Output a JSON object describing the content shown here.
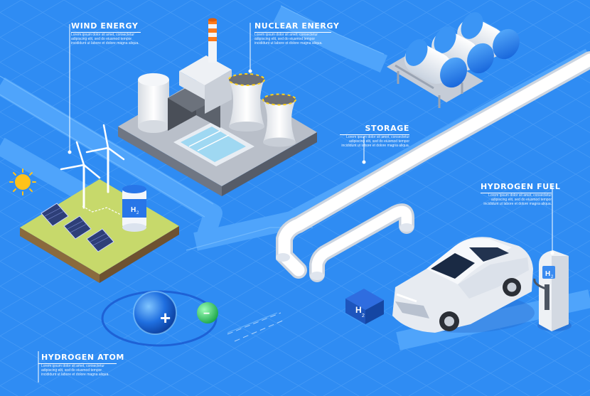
{
  "colors": {
    "background": "#2f8cf3",
    "grid": "#4a9cf5",
    "road": "#5aacfa",
    "accent_blue": "#1f6fe0",
    "label_text": "#ffffff"
  },
  "labels": {
    "wind": {
      "title": "WIND ENERGY",
      "desc": [
        "Lorem ipsum dolor sit amet, consectetur",
        "adipiscing elit, sed do eiusmod tempor",
        "incididunt ut labore et dolore magna aliqua."
      ]
    },
    "nuclear": {
      "title": "NUCLEAR ENERGY",
      "desc": [
        "Lorem ipsum dolor sit amet, consectetur",
        "adipiscing elit, sed do eiusmod tempor",
        "incididunt ut labore et dolore magna aliqua."
      ]
    },
    "storage": {
      "title": "STORAGE",
      "desc": [
        "Lorem ipsum dolor sit amet, consectetur",
        "adipiscing elit, sed do eiusmod tempor",
        "incididunt ut labore et dolore magna aliqua."
      ]
    },
    "fuel": {
      "title": "HYDROGEN FUEL",
      "desc": [
        "Lorem ipsum dolor sit amet, consectetur",
        "adipiscing elit, sed do eiusmod tempor",
        "incididunt ut labore et dolore magna aliqua."
      ]
    },
    "atom": {
      "title": "HYDROGEN ATOM",
      "desc": [
        "Lorem ipsum dolor sit amet, consectetur",
        "adipiscing elit, sed do eiusmod tempor",
        "incididunt ut labore et dolore magna aliqua."
      ]
    }
  },
  "glyphs": {
    "h2_symbol": "H",
    "h2_sub": "2",
    "plus": "+",
    "minus": "−"
  },
  "icons": {
    "sun": "sun-icon",
    "wind_turbine": "wind-turbine-icon",
    "solar_panel": "solar-panel-icon",
    "hydrogen_tank": "hydrogen-tank-icon",
    "nuclear_plant": "nuclear-plant-icon",
    "storage_tanks": "storage-tanks-icon",
    "pipeline": "pipeline-icon",
    "car": "car-icon",
    "charging_station": "hydrogen-station-icon",
    "atom": "hydrogen-atom-icon"
  }
}
